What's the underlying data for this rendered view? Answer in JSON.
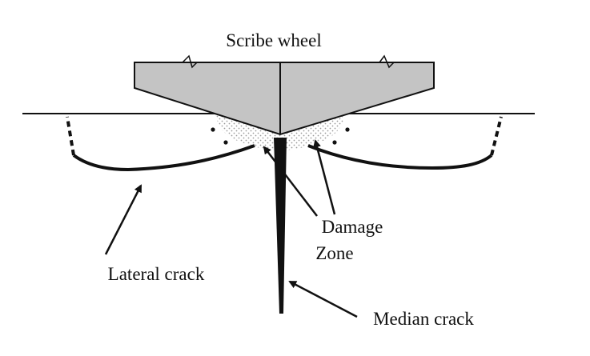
{
  "labels": {
    "scribe_wheel": "Scribe wheel",
    "damage_zone_line1": "Damage",
    "damage_zone_line2": "Zone",
    "lateral_crack": "Lateral crack",
    "median_crack": "Median crack"
  },
  "colors": {
    "wheel_fill": "#c4c4c4",
    "line": "#111111",
    "damage_dots": "#9a9a9a",
    "background": "#ffffff"
  }
}
